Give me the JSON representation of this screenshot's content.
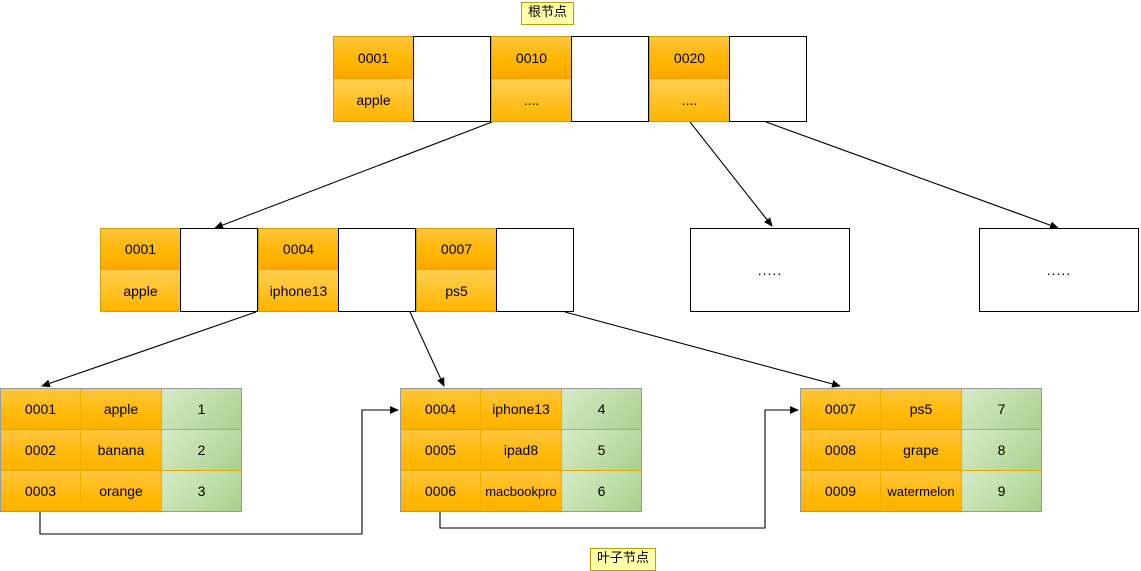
{
  "labels": {
    "root_label": "根节点",
    "leaf_label": "叶子节点"
  },
  "colors": {
    "key_orange_top": "#ffb700",
    "key_orange_bottom": "#ffa700",
    "leaf_value_green": "#a8d08d",
    "tag_yellow": "#ffffa8",
    "line_black": "#000000"
  },
  "root_node": {
    "entries": [
      {
        "key": "0001",
        "value": "apple",
        "pointer": ""
      },
      {
        "key": "0010",
        "value": "....",
        "pointer": ""
      },
      {
        "key": "0020",
        "value": "....",
        "pointer": ""
      }
    ]
  },
  "internal_node": {
    "entries": [
      {
        "key": "0001",
        "value": "apple",
        "pointer": ""
      },
      {
        "key": "0004",
        "value": "iphone13",
        "pointer": ""
      },
      {
        "key": "0007",
        "value": "ps5",
        "pointer": ""
      }
    ]
  },
  "placeholders": [
    {
      "text": "....."
    },
    {
      "text": "....."
    }
  ],
  "leaf_nodes": [
    {
      "rows": [
        {
          "id": "0001",
          "name": "apple",
          "value": "1"
        },
        {
          "id": "0002",
          "name": "banana",
          "value": "2"
        },
        {
          "id": "0003",
          "name": "orange",
          "value": "3"
        }
      ]
    },
    {
      "rows": [
        {
          "id": "0004",
          "name": "iphone13",
          "value": "4"
        },
        {
          "id": "0005",
          "name": "ipad8",
          "value": "5"
        },
        {
          "id": "0006",
          "name": "macbookpro",
          "value": "6"
        }
      ]
    },
    {
      "rows": [
        {
          "id": "0007",
          "name": "ps5",
          "value": "7"
        },
        {
          "id": "0008",
          "name": "grape",
          "value": "8"
        },
        {
          "id": "0009",
          "name": "watermelon",
          "value": "9"
        }
      ]
    }
  ]
}
